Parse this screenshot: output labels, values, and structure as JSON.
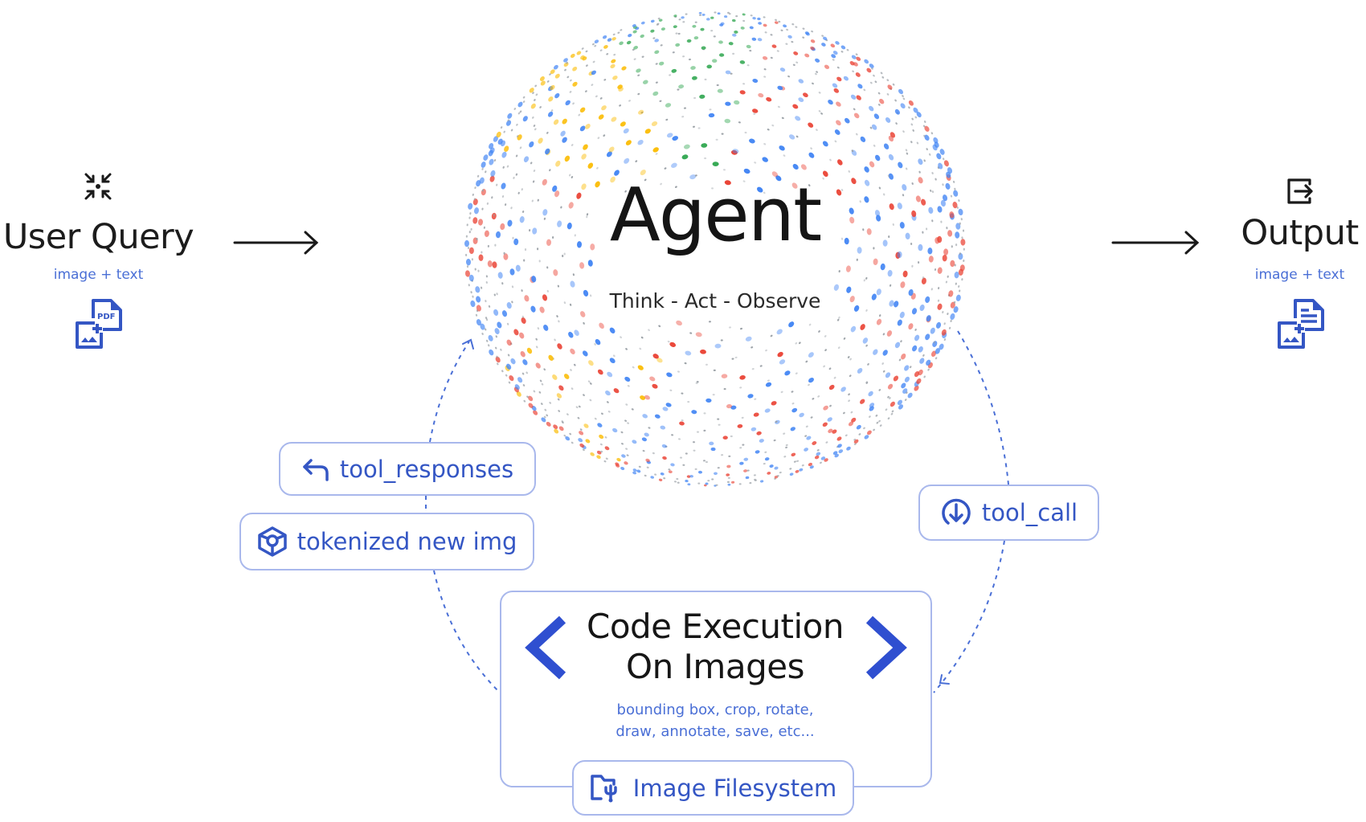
{
  "input": {
    "icon": "collapse-arrows-icon",
    "title": "User Query",
    "subtitle": "image + text",
    "media_icon": "add-pdf-image-icon"
  },
  "agent": {
    "title": "Agent",
    "subtitle": "Think - Act - Observe"
  },
  "output": {
    "icon": "exit-arrow-icon",
    "title": "Output",
    "subtitle": "image + text",
    "media_icon": "add-document-image-icon"
  },
  "loop": {
    "tool_responses": {
      "label": "tool_responses",
      "icon": "reply-arrow-icon"
    },
    "tokenized": {
      "label": "tokenized new img",
      "icon": "cube-icon"
    },
    "tool_call": {
      "label": "tool_call",
      "icon": "download-circle-icon"
    }
  },
  "code_execution": {
    "title_line1": "Code Execution",
    "title_line2": "On Images",
    "desc_line1": "bounding box, crop, rotate,",
    "desc_line2": "draw, annotate, save, etc...",
    "filesystem_label": "Image Filesystem",
    "filesystem_icon": "folder-branch-icon"
  },
  "colors": {
    "accent": "#3456c4",
    "border": "#a9b8ec",
    "dots": [
      "#ea4335",
      "#fbbc04",
      "#34a853",
      "#4285f4",
      "#9aa0a6"
    ]
  }
}
